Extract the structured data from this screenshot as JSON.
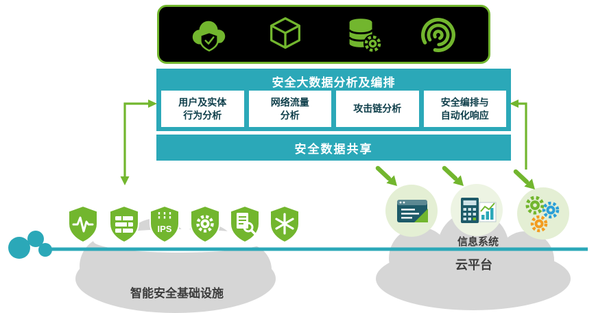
{
  "colors": {
    "green": "#72b62e",
    "teal": "#2ba8b8",
    "black_box": "#000000",
    "module_text": "#0e3e4a",
    "cloud_grey": "#d6d6d6",
    "label_dark": "#3c3c3c",
    "app_circle_fill": "#e4efd4",
    "blue_gear": "#2a9fd8",
    "orange_gear": "#f39c1f"
  },
  "top_bar": {
    "icons": [
      {
        "name": "cloud-shield-icon"
      },
      {
        "name": "cube-icon"
      },
      {
        "name": "database-gear-icon"
      },
      {
        "name": "radar-icon"
      }
    ]
  },
  "panel": {
    "title": "安全大数据分析及编排",
    "modules": [
      "用户及实体\n行为分析",
      "网络流量\n分析",
      "攻击链分析",
      "安全编排与\n自动化响应"
    ],
    "sharing_label": "安全数据共享"
  },
  "infrastructure": {
    "label": "智能安全基础设施",
    "ips_text": "IPS",
    "shield_icons": [
      "pulse-shield-icon",
      "firewall-shield-icon",
      "ips-shield-icon",
      "gear-shield-icon",
      "audit-shield-icon",
      "snowflake-shield-icon"
    ]
  },
  "cloud_platform": {
    "label_top": "信息系统",
    "label": "云平台",
    "app_icons": [
      "web-app-icon",
      "calculator-chart-icon",
      "integration-gears-icon"
    ]
  }
}
